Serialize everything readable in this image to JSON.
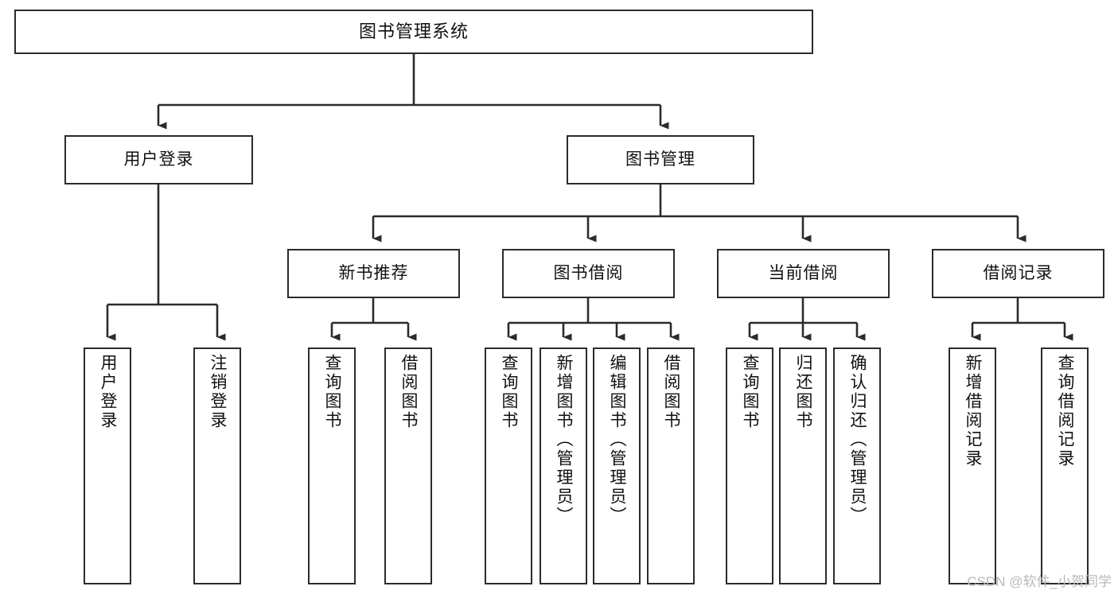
{
  "diagram": {
    "type": "tree-hierarchy-chart",
    "title": "图书管理系统",
    "background_color": "#ffffff",
    "box_border_color": "#2b2b2b",
    "text_color": "#111111",
    "connector_color": "#2b2b2b",
    "levels": 4,
    "nodes": {
      "root": {
        "label": "图书管理系统"
      },
      "level2": [
        {
          "label": "用户登录"
        },
        {
          "label": "图书管理"
        }
      ],
      "level3": [
        {
          "label": "新书推荐"
        },
        {
          "label": "图书借阅"
        },
        {
          "label": "当前借阅"
        },
        {
          "label": "借阅记录"
        }
      ],
      "leaves_user_login": [
        {
          "label": "用户登录"
        },
        {
          "label": "注销登录"
        }
      ],
      "leaves_new_book": [
        {
          "label": "查询图书"
        },
        {
          "label": "借阅图书"
        }
      ],
      "leaves_borrow": [
        {
          "label": "查询图书"
        },
        {
          "label": "新增图书（管理员）"
        },
        {
          "label": "编辑图书（管理员）"
        },
        {
          "label": "借阅图书"
        }
      ],
      "leaves_current": [
        {
          "label": "查询图书"
        },
        {
          "label": "归还图书"
        },
        {
          "label": "确认归还（管理员）"
        }
      ],
      "leaves_records": [
        {
          "label": "新增借阅记录"
        },
        {
          "label": "查询借阅记录"
        }
      ]
    },
    "watermark": "CSDN @软件_小贺同学"
  }
}
